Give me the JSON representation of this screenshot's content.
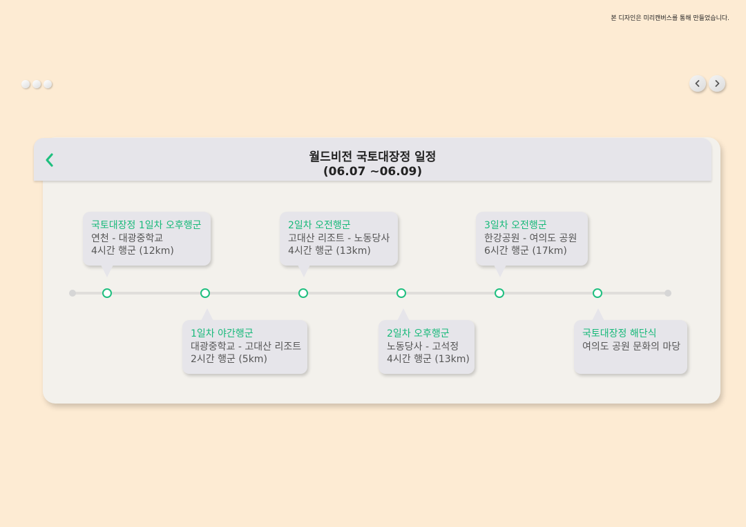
{
  "credit": "본 디자인은 미리캔버스를 통해 만들었습니다.",
  "header": {
    "title_line1": "월드비전 국토대장정 일정",
    "title_line2": "(06.07 ~06.09)"
  },
  "colors": {
    "background": "#fdebd3",
    "accent": "#1fbf7f",
    "card": "#f3f1ec",
    "bubble": "#e6e5ea"
  },
  "icons": {
    "back": "chevron-left-icon",
    "prev": "chevron-left-icon",
    "next": "chevron-right-icon"
  },
  "events": [
    {
      "title": "국토대장정 1일차 오후행군",
      "route": "연천 - 대광중학교",
      "detail": "4시간 행군 (12km)"
    },
    {
      "title": "1일차 야간행군",
      "route": "대광중학교 - 고대산 리조트",
      "detail": "2시간 행군 (5km)"
    },
    {
      "title": "2일차 오전행군",
      "route": "고대산 리조트 - 노동당사",
      "detail": "4시간 행군 (13km)"
    },
    {
      "title": "2일차 오후행군",
      "route": "노동당사 - 고석정",
      "detail": "4시간 행군 (13km)"
    },
    {
      "title": "3일차 오전행군",
      "route": "한강공원 - 여의도 공원",
      "detail": "6시간 행군 (17km)"
    },
    {
      "title": "국토대장정 해단식",
      "route": "여의도 공원 문화의 마당"
    }
  ]
}
